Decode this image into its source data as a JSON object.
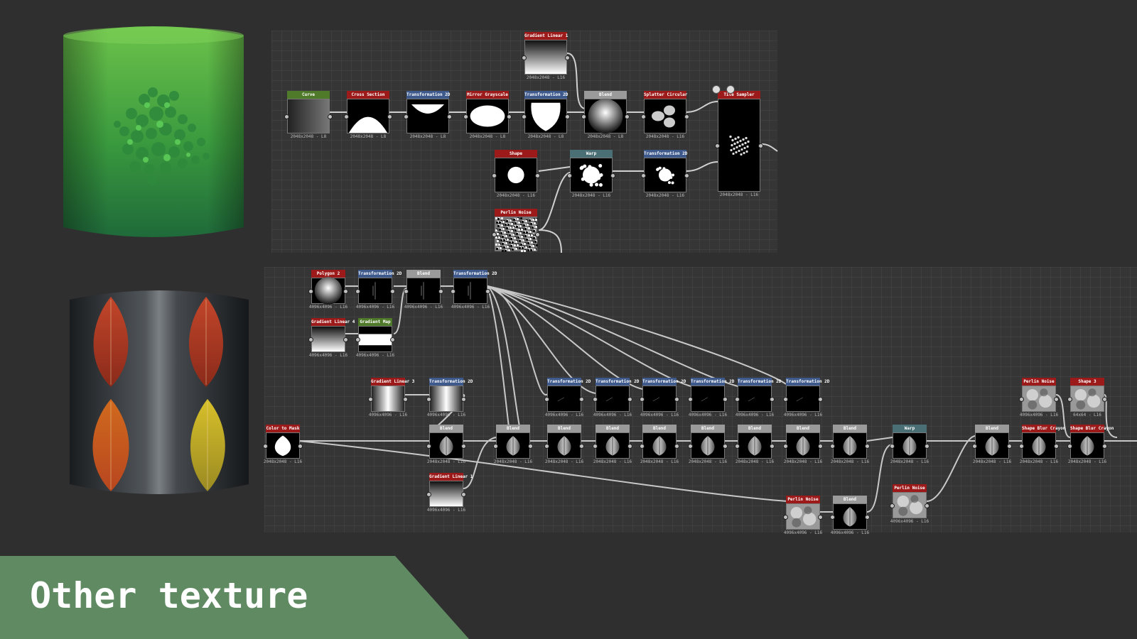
{
  "banner": {
    "title": "Other texture"
  },
  "colors": {
    "banner": "#5f8a62",
    "background": "#2f2f2f"
  },
  "graph_top": {
    "nodes": [
      {
        "id": "gl1",
        "title": "Gradient Linear 1",
        "res": "2048x2048 - L16",
        "header": "#9c1a1a",
        "thumb": "grad-v"
      },
      {
        "id": "curve",
        "title": "Curve",
        "res": "2048x2048 - L8",
        "header": "#4f7a2a",
        "thumb": "grad-h-dark"
      },
      {
        "id": "cross",
        "title": "Cross Section",
        "res": "2048x2048 - L8",
        "header": "#9c1a1a",
        "thumb": "arch"
      },
      {
        "id": "t2d1",
        "title": "Transformation 2D",
        "res": "2048x2048 - L8",
        "header": "#3e5a8c",
        "thumb": "arch-top"
      },
      {
        "id": "mirror",
        "title": "Mirror Grayscale",
        "res": "2048x2048 - L8",
        "header": "#9c1a1a",
        "thumb": "lens"
      },
      {
        "id": "t2d2",
        "title": "Transformation 2D",
        "res": "2048x2048 - L8",
        "header": "#3e5a8c",
        "thumb": "drop"
      },
      {
        "id": "blend",
        "title": "Blend",
        "res": "2048x2048 - L8",
        "header": "#9a9a9a",
        "thumb": "radial-grad"
      },
      {
        "id": "splatter",
        "title": "Splatter Circular",
        "res": "2048x2048 - L16",
        "header": "#9c1a1a",
        "thumb": "petals"
      },
      {
        "id": "tile",
        "title": "Tile Sampler",
        "res": "2048x2048 - L16",
        "header": "#9c1a1a",
        "thumb": "tile"
      },
      {
        "id": "shape",
        "title": "Shape",
        "res": "2048x2048 - L16",
        "header": "#9c1a1a",
        "thumb": "disc"
      },
      {
        "id": "warp",
        "title": "Warp",
        "res": "2048x2048 - L16",
        "header": "#4a6f74",
        "thumb": "blob"
      },
      {
        "id": "t2d3",
        "title": "Transformation 2D",
        "res": "2048x2048 - L16",
        "header": "#3e5a8c",
        "thumb": "blob-small"
      },
      {
        "id": "perlin",
        "title": "Perlin Noise",
        "res": "",
        "header": "#9c1a1a",
        "thumb": "noise"
      }
    ]
  },
  "graph_bottom": {
    "nodes": [
      {
        "id": "poly",
        "title": "Polygon 2",
        "res": "4096x4096 - L16",
        "header": "#9c1a1a",
        "thumb": "radial-grad"
      },
      {
        "id": "bt1",
        "title": "Transformation 2D",
        "res": "4096x4096 - L16",
        "header": "#3e5a8c",
        "thumb": "lines"
      },
      {
        "id": "bb1",
        "title": "Blend",
        "res": "4096x4096 - L16",
        "header": "#9a9a9a",
        "thumb": "lines"
      },
      {
        "id": "bt2",
        "title": "Transformation 2D",
        "res": "4096x4096 - L16",
        "header": "#3e5a8c",
        "thumb": "lines"
      },
      {
        "id": "bgl4",
        "title": "Gradient Linear 4",
        "res": "4096x4096 - L16",
        "header": "#9c1a1a",
        "thumb": "grad-v"
      },
      {
        "id": "gmap",
        "title": "Gradient Map",
        "res": "4096x4096 - L16",
        "header": "#4f7a2a",
        "thumb": "white-band"
      },
      {
        "id": "bgl3",
        "title": "Gradient Linear 3",
        "res": "4096x4096 - L16",
        "header": "#9c1a1a",
        "thumb": "grad-h"
      },
      {
        "id": "bt3",
        "title": "Transformation 2D",
        "res": "4096x4096 - L16",
        "header": "#3e5a8c",
        "thumb": "grad-h"
      },
      {
        "id": "ctm",
        "title": "Color to Mask",
        "res": "2048x2048 - L16",
        "header": "#9c1a1a",
        "thumb": "leaf-white"
      },
      {
        "id": "bgl1",
        "title": "Gradient Linear 1",
        "res": "4096x4096 - L16",
        "header": "#9c1a1a",
        "thumb": "grad-v"
      },
      {
        "id": "m1",
        "title": "Blend",
        "res": "2048x2048 - L16",
        "header": "#9a9a9a",
        "thumb": "leaf"
      },
      {
        "id": "m2",
        "title": "Blend",
        "res": "2048x2048 - L16",
        "header": "#9a9a9a",
        "thumb": "leaf"
      },
      {
        "id": "m3",
        "title": "Blend",
        "res": "2048x2048 - L16",
        "header": "#9a9a9a",
        "thumb": "leaf"
      },
      {
        "id": "m4",
        "title": "Blend",
        "res": "2048x2048 - L16",
        "header": "#9a9a9a",
        "thumb": "leaf"
      },
      {
        "id": "m5",
        "title": "Blend",
        "res": "2048x2048 - L16",
        "header": "#9a9a9a",
        "thumb": "leaf"
      },
      {
        "id": "m6",
        "title": "Blend",
        "res": "2048x2048 - L16",
        "header": "#9a9a9a",
        "thumb": "leaf"
      },
      {
        "id": "m7",
        "title": "Blend",
        "res": "2048x2048 - L16",
        "header": "#9a9a9a",
        "thumb": "leaf"
      },
      {
        "id": "m8",
        "title": "Blend",
        "res": "2048x2048 - L16",
        "header": "#9a9a9a",
        "thumb": "leaf"
      },
      {
        "id": "m9",
        "title": "Blend",
        "res": "2048x2048 - L16",
        "header": "#9a9a9a",
        "thumb": "leaf"
      },
      {
        "id": "r1",
        "title": "Transformation 2D",
        "res": "4096x4096 - L16",
        "header": "#3e5a8c",
        "thumb": "black"
      },
      {
        "id": "r2",
        "title": "Transformation 2D",
        "res": "4096x4096 - L16",
        "header": "#3e5a8c",
        "thumb": "black"
      },
      {
        "id": "r3",
        "title": "Transformation 2D",
        "res": "4096x4096 - L16",
        "header": "#3e5a8c",
        "thumb": "black"
      },
      {
        "id": "r4",
        "title": "Transformation 2D",
        "res": "4096x4096 - L16",
        "header": "#3e5a8c",
        "thumb": "black"
      },
      {
        "id": "r5",
        "title": "Transformation 2D",
        "res": "4096x4096 - L16",
        "header": "#3e5a8c",
        "thumb": "black"
      },
      {
        "id": "r6",
        "title": "Transformation 2D",
        "res": "4096x4096 - L16",
        "header": "#3e5a8c",
        "thumb": "black"
      },
      {
        "id": "warp2",
        "title": "Warp",
        "res": "2048x2048 - L16",
        "header": "#4a6f74",
        "thumb": "leaf"
      },
      {
        "id": "pn1",
        "title": "Perlin Noise",
        "res": "4096x4096 - L16",
        "header": "#9c1a1a",
        "thumb": "cloud"
      },
      {
        "id": "bl2",
        "title": "Blend",
        "res": "4096x4096 - L16",
        "header": "#9a9a9a",
        "thumb": "leaf"
      },
      {
        "id": "pn2",
        "title": "Perlin Noise",
        "res": "4096x4096 - L16",
        "header": "#9c1a1a",
        "thumb": "cloud"
      },
      {
        "id": "bl3",
        "title": "Blend",
        "res": "2048x2048 - L16",
        "header": "#9a9a9a",
        "thumb": "leaf"
      },
      {
        "id": "pn3",
        "title": "Perlin Noise",
        "res": "4096x4096 - L16",
        "header": "#9c1a1a",
        "thumb": "cloud"
      },
      {
        "id": "shp3",
        "title": "Shape 3",
        "res": "64x64 - L16",
        "header": "#9c1a1a",
        "thumb": "cloud"
      },
      {
        "id": "sbc1",
        "title": "Shape Blur Crayon",
        "res": "2048x2048 - L16",
        "header": "#9c1a1a",
        "thumb": "leaf"
      },
      {
        "id": "sbc2",
        "title": "Shape Blur Crayon",
        "res": "2048x2048 - L16",
        "header": "#9c1a1a",
        "thumb": "leaf"
      }
    ]
  }
}
